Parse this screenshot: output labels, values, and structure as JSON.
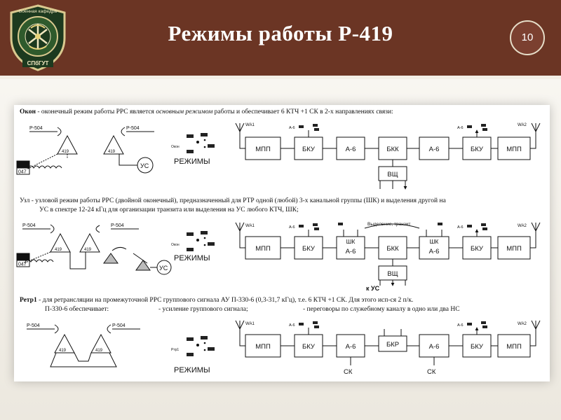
{
  "slide": {
    "title": "Режимы работы Р-419",
    "page_number": "10",
    "logo_text": "Военная кафедра",
    "logo_subtext": "СПбГУТ"
  },
  "sections": [
    {
      "id": "okon",
      "heading": "Окон",
      "line1_plain": " - оконечный режим работы РРС является ",
      "line1_italic": "основным режимом",
      "line1_tail": " работы и обеспечивает 6 КТЧ +1 СК в 2-х направлениях связи:",
      "station_labels": [
        "Р-504",
        "Р-504"
      ],
      "mast_label": "419",
      "cable_tag": "047",
      "us_label": "УС",
      "mode_caption": "РЕЖИМЫ",
      "mode_small": "Окон",
      "antennas": [
        "WA1",
        "WA2"
      ],
      "blocks": [
        "МПП",
        "БКУ",
        "А-6",
        "БКК",
        "А-6",
        "БКУ",
        "МПП",
        "ВЩ"
      ],
      "a6_mark": "А-6"
    },
    {
      "id": "uzl",
      "line1": "Узл - узловой режим работы РРС (двойной оконечный), предназначенный для РТР одной (любой) 3-х канальной группы (ШК) и выделения другой на",
      "line2": "УС  в спектре 12-24 кГц  для организации транзита или выделения на УС  любого КТЧ, ШК;",
      "station_labels": [
        "Р-504",
        "Р-504"
      ],
      "mast_label": "419",
      "cable_tag": "047",
      "us_label": "УС",
      "mode_caption": "РЕЖИМЫ",
      "mode_small": "Окон",
      "antennas": [
        "WA1",
        "WA2"
      ],
      "blocks": [
        "МПП",
        "БКУ",
        "А-6",
        "БКК",
        "А-6",
        "БКУ",
        "МПП",
        "ВЩ"
      ],
      "shk_label": "ШК",
      "transit_note": "Выделение, транзит",
      "k_us": "к УС",
      "a6_mark": "А-6"
    },
    {
      "id": "retr",
      "heading": "Ретр1",
      "line1_tail": " - для  ретрансляции на промежуточной РРС  группового сигнала АУ П-330-6  (0,3-31,7 кГц), т.е. 6 КТЧ +1 СК. Для этого исп-ся 2 п/к.",
      "line2": "П-330-6 обеспечивает:",
      "line2_item1": "- усиление группового сигнала;",
      "line2_item2": "- переговоры по служебному каналу в одно или два НС",
      "station_labels": [
        "Р-504",
        "Р-504"
      ],
      "mast_label": "419",
      "mode_caption": "РЕЖИМЫ",
      "mode_small": "Ртр1",
      "antennas": [
        "WA1",
        "WA2"
      ],
      "blocks": [
        "МПП",
        "БКУ",
        "А-6",
        "БКР",
        "А-6",
        "БКУ",
        "МПП"
      ],
      "sk_label": "СК",
      "a6_mark": "А-6"
    }
  ]
}
